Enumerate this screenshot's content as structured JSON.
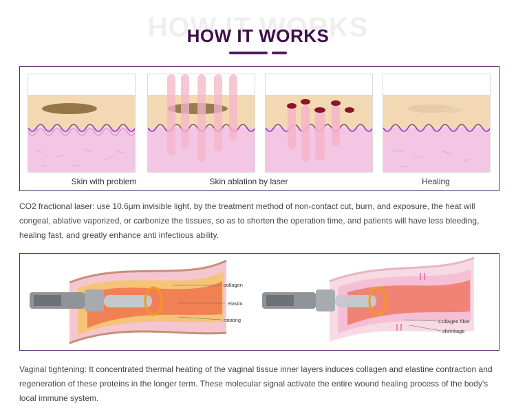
{
  "header": {
    "ghost_text": "HOW IT WORKS",
    "title": "HOW IT WORKS"
  },
  "stages": [
    {
      "caption": "Skin with problem"
    },
    {
      "caption": "Skin ablation by laser"
    },
    {
      "caption": "Healing"
    }
  ],
  "co2_description": "CO2 fractional laser: use 10.6μm invisible light, by the treatment method of non-contact cut, burn, and exposure, the heat will congeal, ablative vaporized, or carbonize the tissues, so as to shorten the operation time, and patients will have less bleeding, healing fast, and greatly enhance anti infectious ability.",
  "diagram_labels": {
    "collagen": "collagen",
    "elastin": "elastin",
    "rotating": "rotating",
    "collagen_fiber": "Collagen fiber",
    "shrinkage": "shrinkage"
  },
  "vaginal_description": "Vaginal tightening: It concentrated thermal heating of the vaginal tissue inner layers induces collagen and elastine contraction and regeneration of these proteins in the longer term. These molecular signal activate the entire wound healing process of the body's local immune system.",
  "colors": {
    "title": "#3d1049",
    "accent": "#4b1a5c",
    "skin": "#f2d9b3",
    "dermis": "#f2c2e2"
  }
}
